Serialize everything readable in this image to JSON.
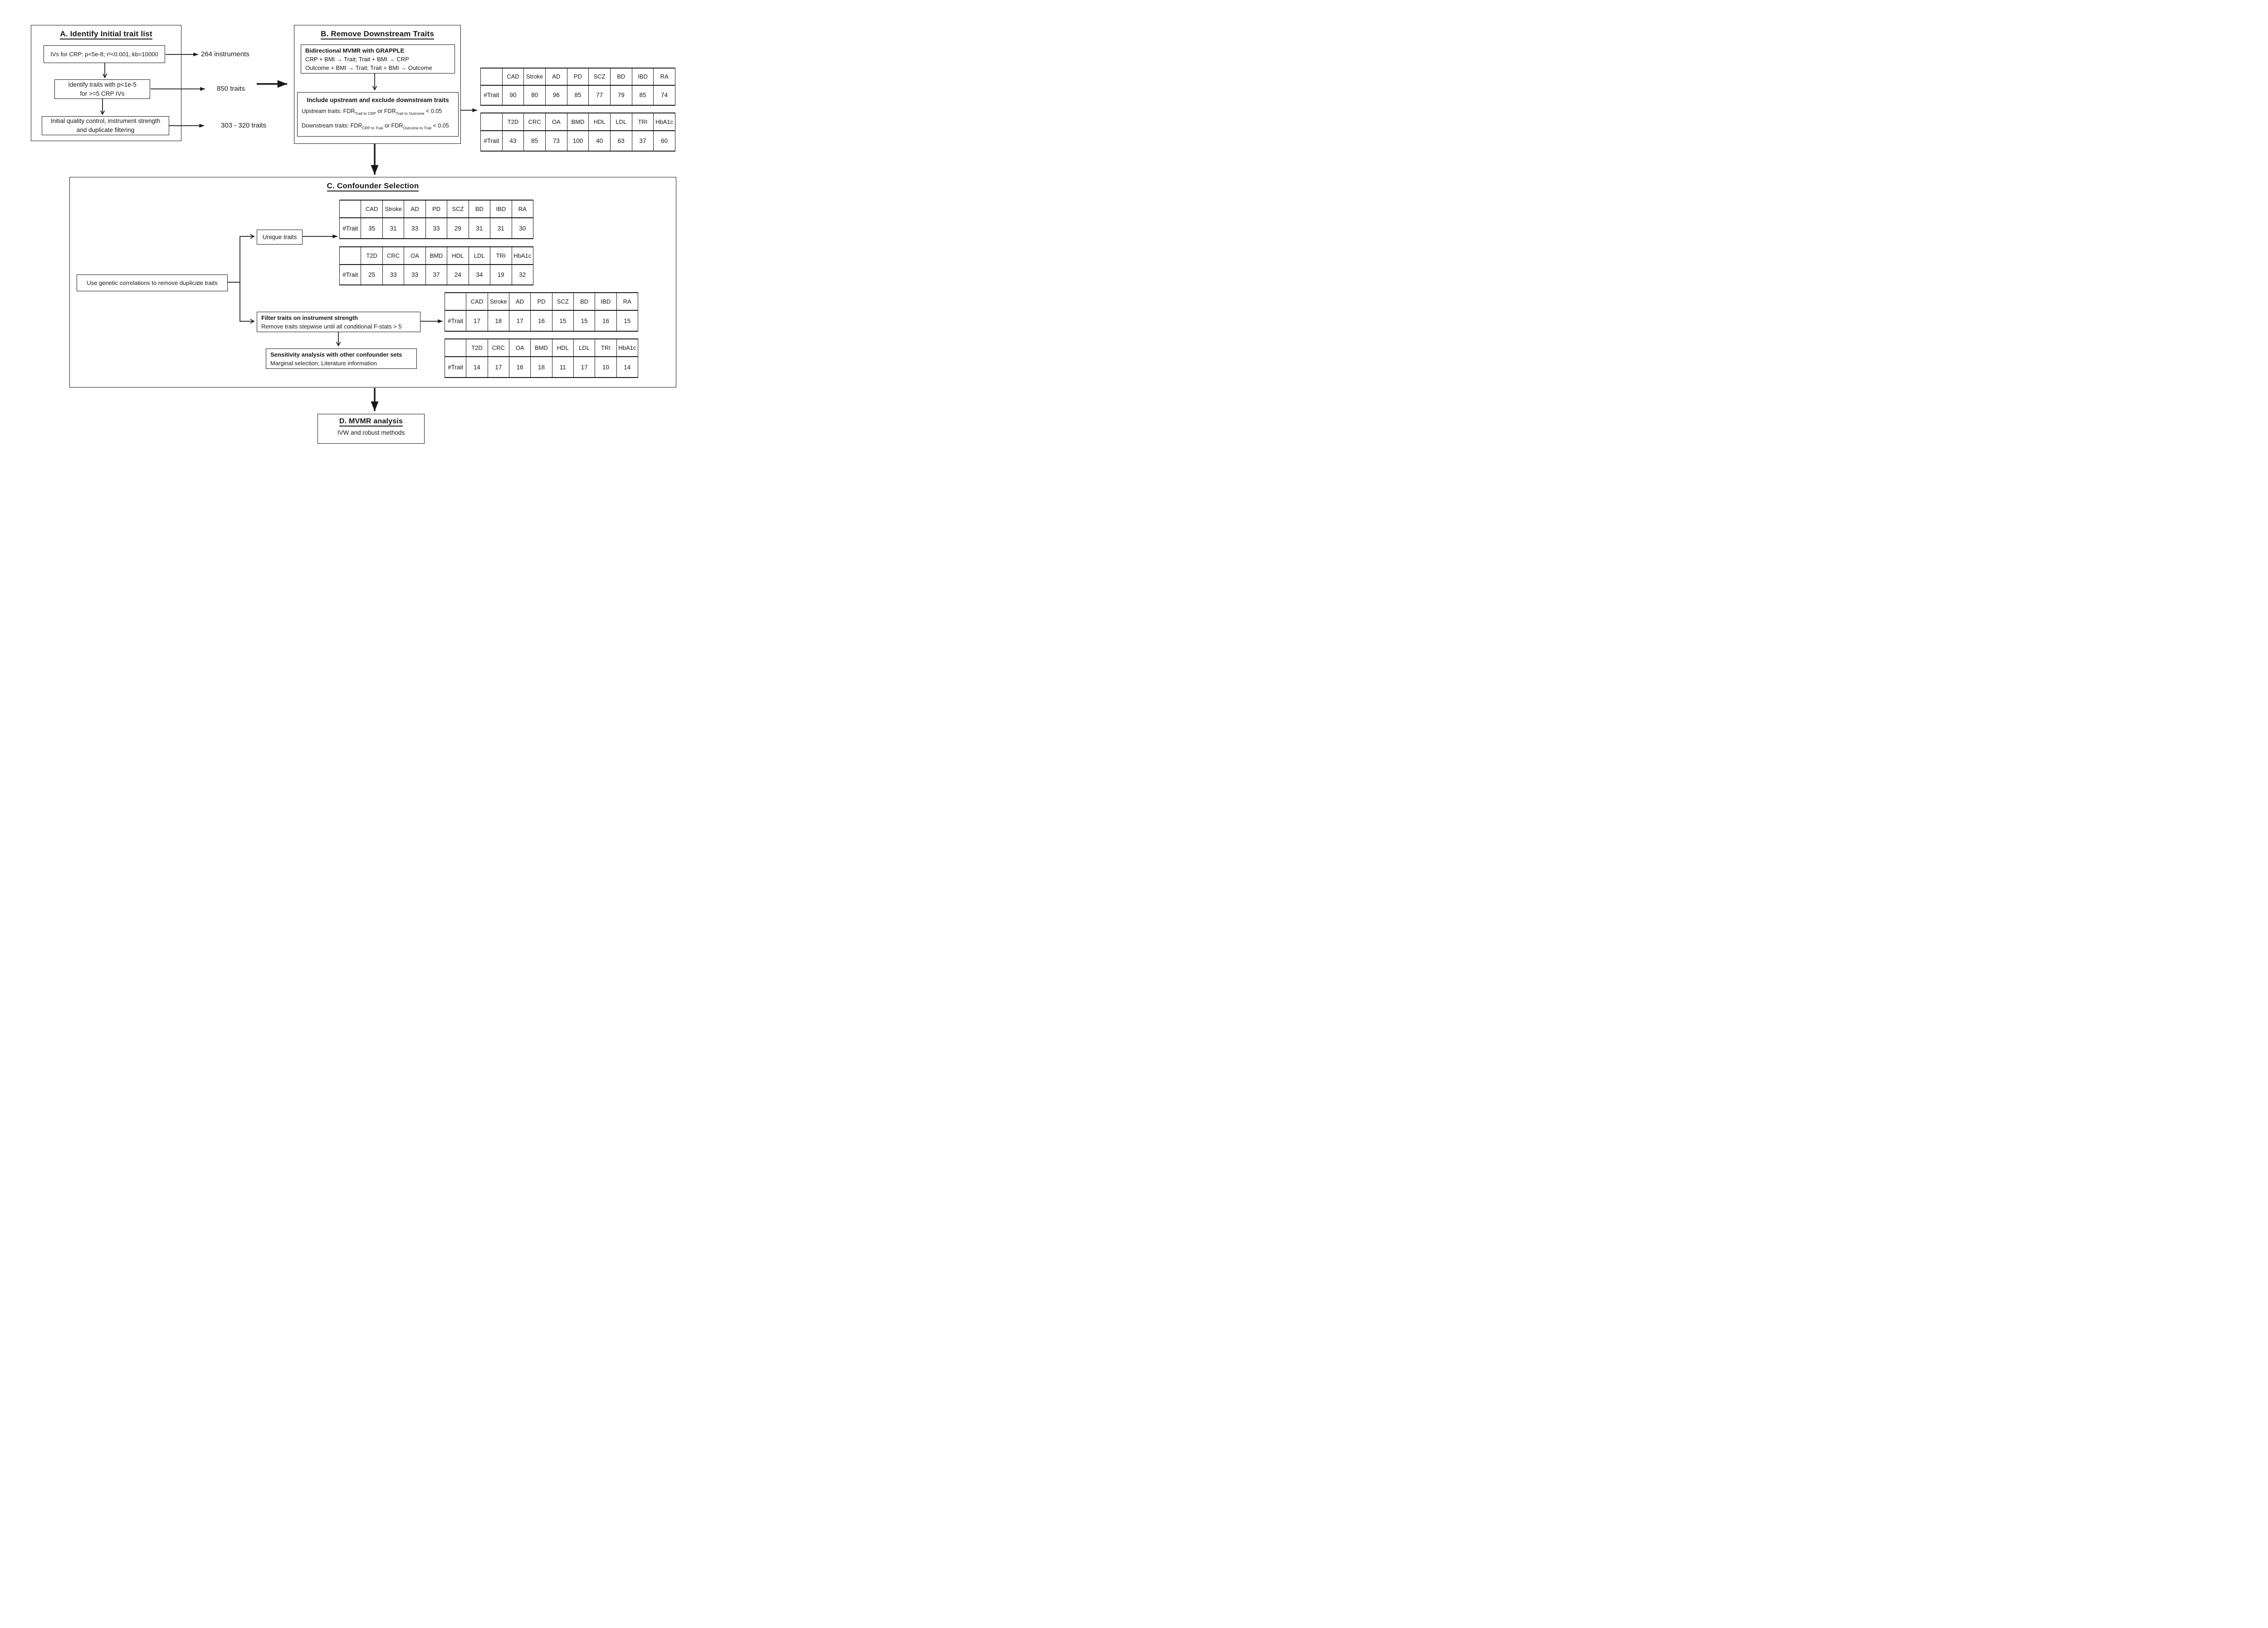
{
  "panel_a": {
    "title": "A. Identify Initial trait list",
    "box1": "IVs for CRP: p<5e-8; r²<0.001, kb=10000",
    "box2_line1": "Identify traits with p<1e-5",
    "box2_line2": "for >=5 CRP IVs",
    "box3_line1": "Initial quality control, instrument strength",
    "box3_line2": "and duplicate filtering",
    "label1": "264 instruments",
    "label2": "850 traits",
    "label3": "303 - 320 traits"
  },
  "panel_b": {
    "title": "B. Remove Downstream Traits",
    "box1_line1": "Bidirectional MVMR with GRAPPLE",
    "box1_line2": "CRP + BMI → Trait; Trait + BMI → CRP",
    "box1_line3": "Outcome + BMI → Trait; Trait + BMI → Outcome",
    "box2_title": "Include upstream and exclude downstream traits",
    "upstream": {
      "prefix": "Upstream traits: FDR",
      "sub1": "Trait to CRP",
      "mid": " or FDR",
      "sub2": "Trait to Outcome",
      "suffix": " < 0.05"
    },
    "downstream": {
      "prefix": "Downstream traits: FDR",
      "sub1": "CRP to Trait",
      "mid": " or FDR",
      "sub2": "Outcome to Trait",
      "suffix": " < 0.05"
    }
  },
  "panel_c": {
    "title": "C. Confounder Selection",
    "genetic_box": "Use genetic correlations to remove duplicate traits",
    "unique_box": "Unique traits",
    "filter_line1": "Filter traits on instrument strength",
    "filter_line2": "Remove traits stepwise until all conditional F-stats > 5",
    "sensitivity_line1": "Sensitivity analysis with other confounder sets",
    "sensitivity_line2": "Marginal selection; Literature information"
  },
  "panel_d": {
    "title": "D. MVMR analysis",
    "subtitle": "IVW and robust methods"
  },
  "tables": {
    "row_label": "#Trait",
    "b1": {
      "headers": [
        "CAD",
        "Stroke",
        "AD",
        "PD",
        "SCZ",
        "BD",
        "IBD",
        "RA"
      ],
      "values": [
        "90",
        "80",
        "96",
        "85",
        "77",
        "79",
        "85",
        "74"
      ]
    },
    "b2": {
      "headers": [
        "T2D",
        "CRC",
        "OA",
        "BMD",
        "HDL",
        "LDL",
        "TRI",
        "HbA1c"
      ],
      "values": [
        "43",
        "85",
        "73",
        "100",
        "40",
        "63",
        "37",
        "60"
      ]
    },
    "c1": {
      "headers": [
        "CAD",
        "Stroke",
        "AD",
        "PD",
        "SCZ",
        "BD",
        "IBD",
        "RA"
      ],
      "values": [
        "35",
        "31",
        "33",
        "33",
        "29",
        "31",
        "31",
        "30"
      ]
    },
    "c2": {
      "headers": [
        "T2D",
        "CRC",
        "OA",
        "BMD",
        "HDL",
        "LDL",
        "TRI",
        "HbA1c"
      ],
      "values": [
        "25",
        "33",
        "33",
        "37",
        "24",
        "34",
        "19",
        "32"
      ]
    },
    "c3": {
      "headers": [
        "CAD",
        "Stroke",
        "AD",
        "PD",
        "SCZ",
        "BD",
        "IBD",
        "RA"
      ],
      "values": [
        "17",
        "18",
        "17",
        "16",
        "15",
        "15",
        "16",
        "15"
      ]
    },
    "c4": {
      "headers": [
        "T2D",
        "CRC",
        "OA",
        "BMD",
        "HDL",
        "LDL",
        "TRI",
        "HbA1c"
      ],
      "values": [
        "14",
        "17",
        "16",
        "18",
        "11",
        "17",
        "10",
        "14"
      ]
    }
  },
  "colors": {
    "ink": "#171717",
    "background": "#ffffff"
  }
}
